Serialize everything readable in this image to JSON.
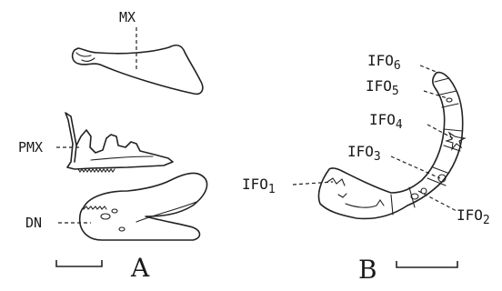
{
  "panels": {
    "a": {
      "letter": "A",
      "labels": {
        "maxilla": "MX",
        "premaxilla": "PMX",
        "dentary": "DN"
      }
    },
    "b": {
      "letter": "B",
      "labels": {
        "ifo1": {
          "base": "IFO",
          "sub": "1"
        },
        "ifo2": {
          "base": "IFO",
          "sub": "2"
        },
        "ifo3": {
          "base": "IFO",
          "sub": "3"
        },
        "ifo4": {
          "base": "IFO",
          "sub": "4"
        },
        "ifo5": {
          "base": "IFO",
          "sub": "5"
        },
        "ifo6": {
          "base": "IFO",
          "sub": "6"
        }
      }
    }
  }
}
